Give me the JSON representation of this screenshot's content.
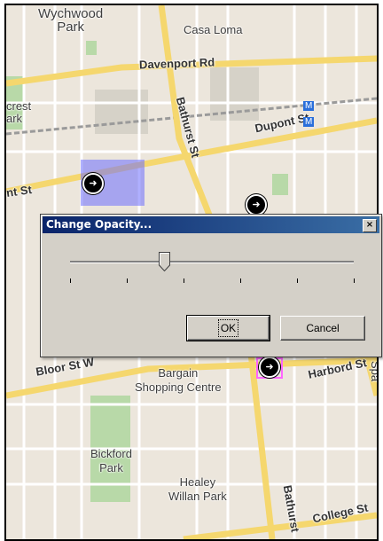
{
  "map": {
    "labels": {
      "wychwood_park": "Wychwood\nPark",
      "casa_loma": "Casa Loma",
      "davenport": "Davenport Rd",
      "bathurst_top": "Bathurst St",
      "dupont": "Dupont St",
      "crest": "crest",
      "ark": "ark",
      "nt_st": "nt St",
      "bloor": "Bloor St W",
      "bargain": "Bargain\nShopping Centre",
      "harbord": "Harbord St",
      "spa": "Spa",
      "bickford": "Bickford\nPark",
      "healey": "Healey\nWillan Park",
      "bathurst_bottom": "Bathurst",
      "college": "College St",
      "subway_m": "M"
    },
    "marker_icon": "arrow-icon"
  },
  "dialog": {
    "title": "Change Opacity...",
    "close_label": "×",
    "slider": {
      "value": 0.33,
      "ticks": 6
    },
    "ok_label": "OK",
    "cancel_label": "Cancel"
  },
  "colors": {
    "titlebar_start": "#0a246a",
    "titlebar_end": "#3a6ea5",
    "dialog_face": "#d4d0c8",
    "selection": "#6e6eff",
    "pin_border": "#ff66ff"
  }
}
